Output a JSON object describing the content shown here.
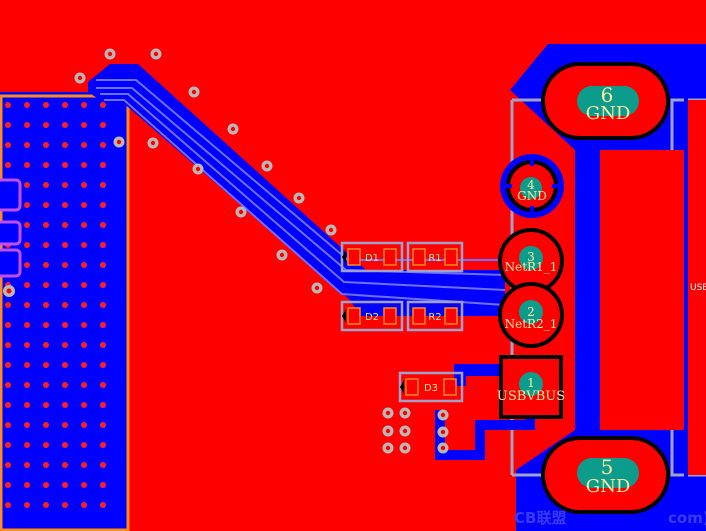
{
  "colors": {
    "board_top_copper": "#ff0000",
    "bottom_copper": "#0000ff",
    "silkscreen": "#ffe8a0",
    "pad_teal": "#0c9c8c",
    "outline_orange": "#ff8c1a",
    "outline_grey": "#a0a0c8",
    "pad_outline_black": "#000000",
    "via_ring": "#b8b8b8"
  },
  "connector_pads": [
    {
      "number": "6",
      "net": "GND"
    },
    {
      "number": "4",
      "net": "GND"
    },
    {
      "number": "3",
      "net": "NetR1_1"
    },
    {
      "number": "2",
      "net": "NetR2_1"
    },
    {
      "number": "1",
      "net": "USBVBUS"
    },
    {
      "number": "5",
      "net": "GND"
    }
  ],
  "components": {
    "d1": "D1",
    "r1": "R1",
    "d2": "D2",
    "r2": "R2",
    "d3": "D3"
  },
  "edge_label": "USB",
  "watermark": "CB联盟",
  "watermark_tail": "com)"
}
